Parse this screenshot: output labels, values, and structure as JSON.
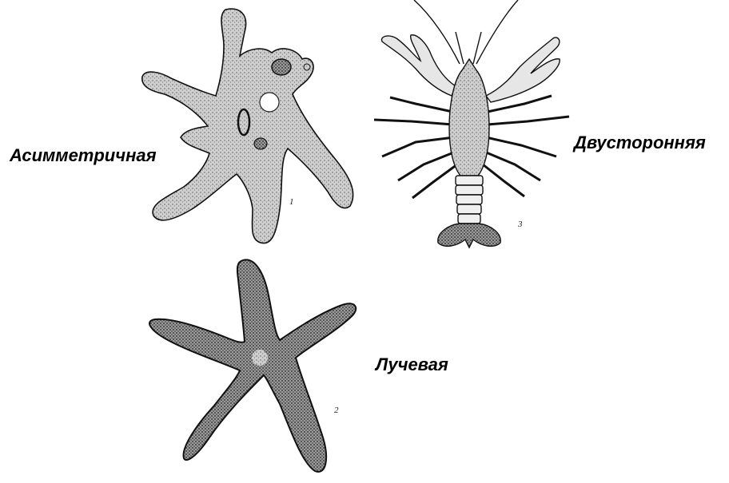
{
  "labels": {
    "asymmetric": "Асимметричная",
    "bilateral": "Двусторонняя",
    "radial": "Лучевая"
  },
  "figure_numbers": {
    "amoeba": "1",
    "starfish": "2",
    "crayfish": "3"
  },
  "colors": {
    "ink": "#1a1a1a",
    "body_fill": "#c9c9c9",
    "body_dark": "#8a8a8a",
    "background": "#ffffff"
  }
}
